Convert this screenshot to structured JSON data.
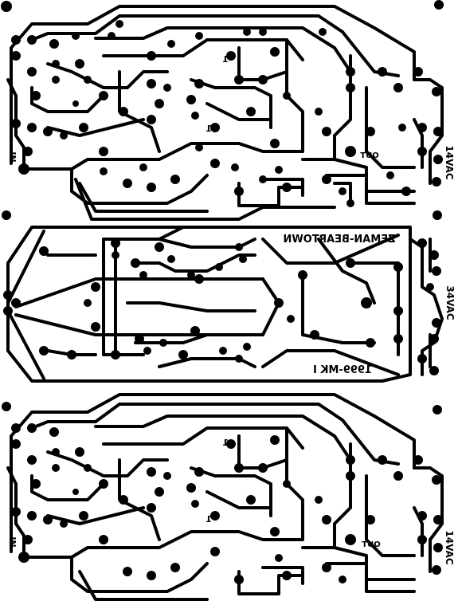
{
  "board": {
    "colors": {
      "copper": "#000000",
      "background": "#ffffff"
    },
    "title": "ZEMAN-BEARTOWN",
    "version": "1999-MK I",
    "middle_supply": "34VAC",
    "top_section": {
      "input_label": "IN",
      "output_label": "OUT",
      "supply_label": "14VAC",
      "marker_1": "1",
      "marker_2": "1"
    },
    "bottom_section": {
      "input_label": "IN",
      "output_label": "OUT",
      "supply_label": "14VAC",
      "marker_1": "1",
      "marker_2": "1"
    }
  }
}
